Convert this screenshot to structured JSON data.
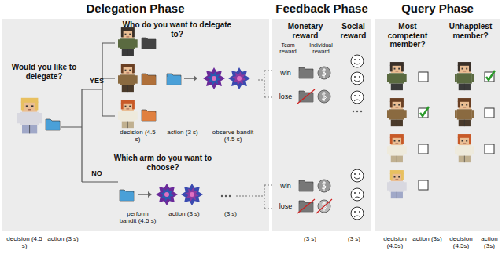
{
  "diagram": {
    "nodes": [
      {
        "text": [
          "Delegation Phase"
        ]
      },
      {
        "text": [
          "Feedback Phase"
        ]
      },
      {
        "text": [
          "Query Phase"
        ]
      }
    ],
    "edges": [],
    "labels": [
      "Would you like to delegate?",
      "YES",
      "NO",
      "Who do you want to delegate to?",
      "decision (4.5 s)",
      "action (3 s)",
      "observe bandit (4.5 s)",
      "Which arm do you want to choose?",
      "perform bandit (4.5 s)",
      "action (3 s)",
      "(3 s)",
      "decision (4.5 s)",
      "action (3 s)",
      "Monetary reward",
      "Social reward",
      "Team reward",
      "Individual reward",
      "win",
      "lose",
      "win",
      "lose",
      "(3 s)",
      "(3 s)",
      "Most competent member?",
      "Unhappiest member?",
      "decision (4.5s)",
      "action (3s)",
      "decision (4.5s)",
      "action (3s)"
    ]
  }
}
